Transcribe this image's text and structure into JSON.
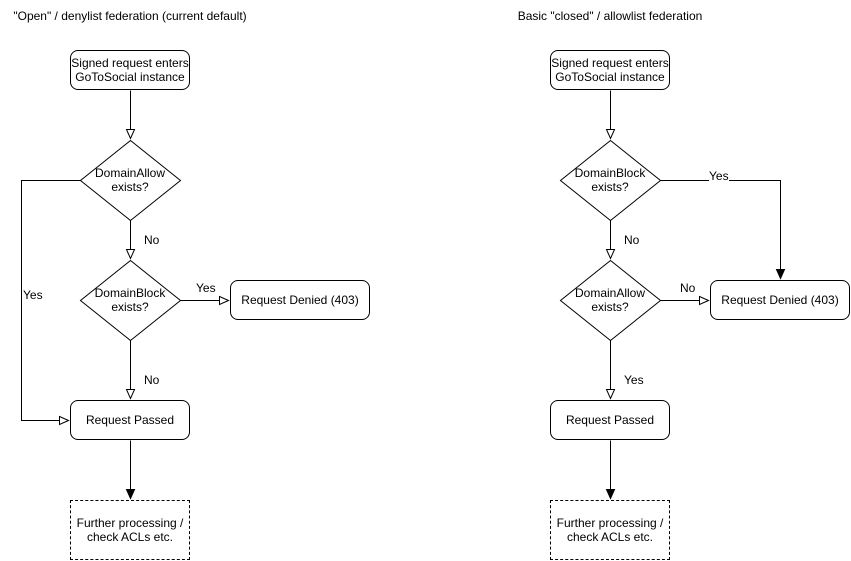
{
  "colors": {
    "stroke": "#000000",
    "node_fill": "#ffffff",
    "text": "#000000",
    "background": "#ffffff"
  },
  "charts": {
    "left": {
      "title": "\"Open\" / denylist federation (current default)",
      "nodes": {
        "start": "Signed request enters\nGoToSocial instance",
        "decision_top": "DomainAllow\nexists?",
        "decision_bottom": "DomainBlock\nexists?",
        "denied": "Request Denied (403)",
        "passed": "Request Passed",
        "further": "Further processing /\ncheck ACLs etc."
      },
      "edge_labels": {
        "top_side": "Yes",
        "top_down": "No",
        "bottom_side": "Yes",
        "bottom_down": "No"
      }
    },
    "right": {
      "title": "Basic \"closed\" / allowlist federation",
      "nodes": {
        "start": "Signed request enters\nGoToSocial instance",
        "decision_top": "DomainBlock\nexists?",
        "decision_bottom": "DomainAllow\nexists?",
        "denied": "Request Denied (403)",
        "passed": "Request Passed",
        "further": "Further processing /\ncheck ACLs etc."
      },
      "edge_labels": {
        "top_side": "Yes",
        "top_down": "No",
        "bottom_side": "No",
        "bottom_down": "Yes"
      }
    }
  }
}
